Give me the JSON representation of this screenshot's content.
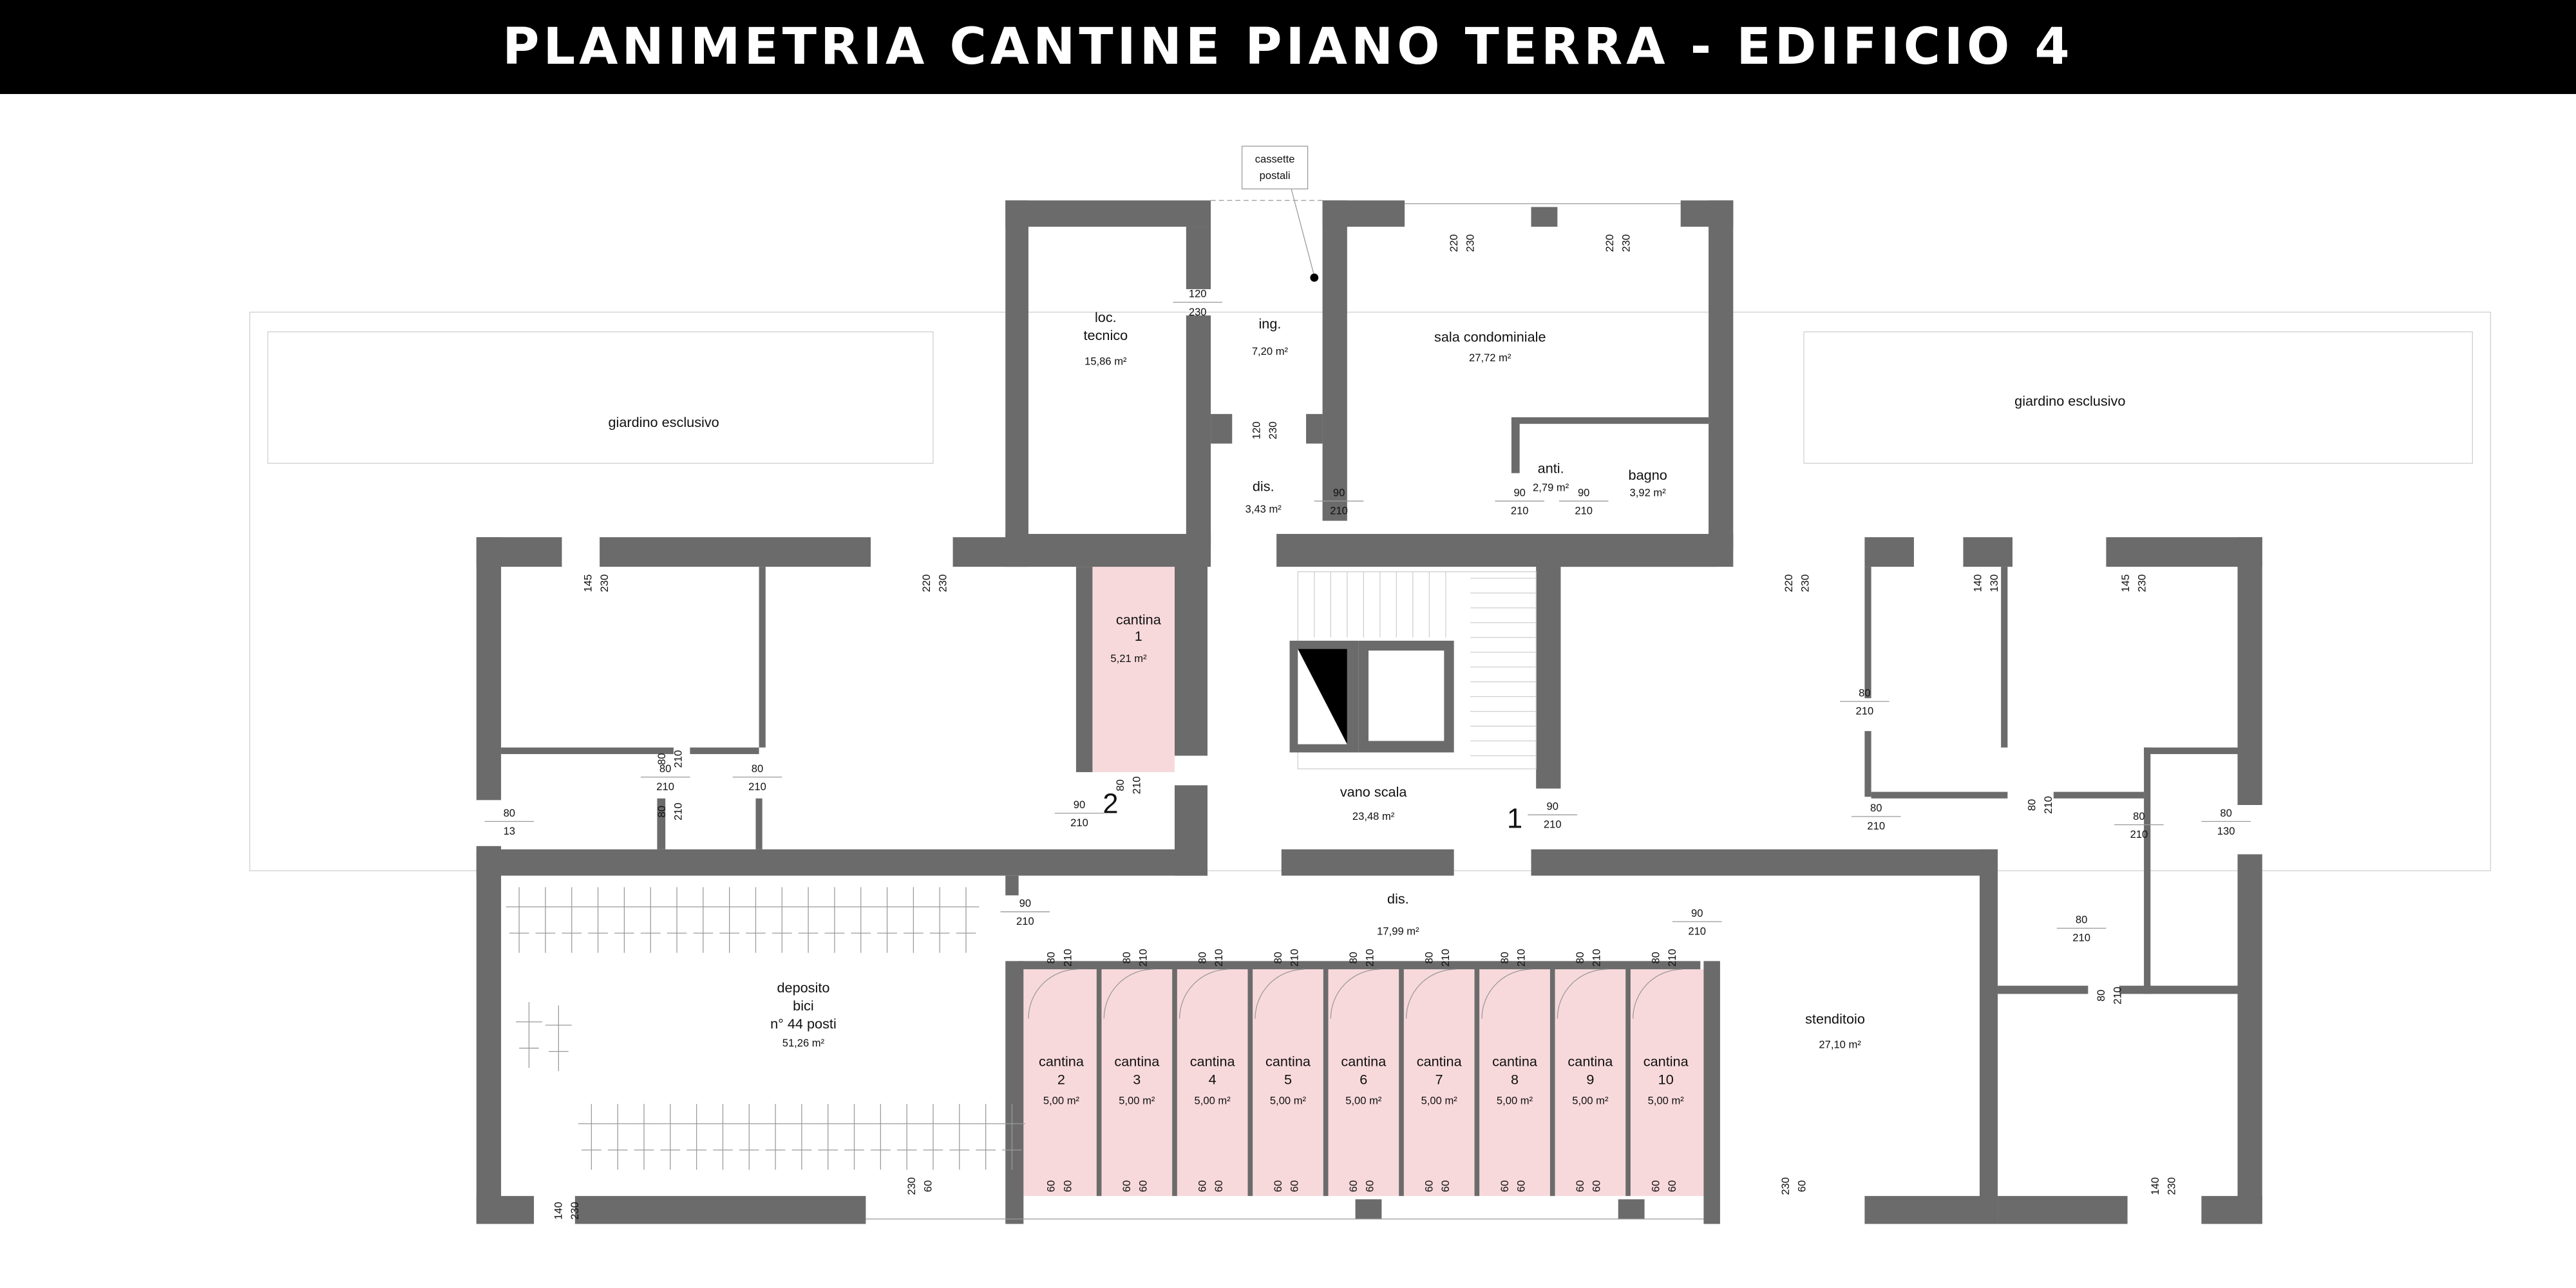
{
  "title": "PLANIMETRIA CANTINE PIANO TERRA - EDIFICIO 4",
  "colors": {
    "wall": "#6b6b6b",
    "cantina_fill": "#f8d9db",
    "title_bg": "#000000"
  },
  "labels": {
    "cassette": [
      "cassette",
      "postali"
    ],
    "giardino_left": "giardino esclusivo",
    "giardino_right": "giardino esclusivo",
    "entrance_1": "1",
    "entrance_2": "2"
  },
  "rooms": {
    "loc_tecnico": {
      "name": [
        "loc.",
        "tecnico"
      ],
      "area": "15,86 m²"
    },
    "ingresso": {
      "name": "ing.",
      "area": "7,20 m²"
    },
    "sala": {
      "name": "sala condominiale",
      "area": "27,72 m²"
    },
    "anti": {
      "name": "anti.",
      "area": "2,79 m²"
    },
    "bagno": {
      "name": "bagno",
      "area": "3,92 m²"
    },
    "dis_top": {
      "name": "dis.",
      "area": "3,43 m²"
    },
    "cantina1": {
      "name": [
        "cantina",
        "1"
      ],
      "area": "5,21 m²"
    },
    "vano_scala": {
      "name": "vano scala",
      "area": "23,48 m²"
    },
    "dis_main": {
      "name": "dis.",
      "area": "17,99 m²"
    },
    "deposito": {
      "name": [
        "deposito",
        "bici",
        "n° 44 posti"
      ],
      "area": "51,26 m²"
    },
    "stenditoio": {
      "name": "stenditoio",
      "area": "27,10 m²"
    }
  },
  "cantine": [
    {
      "name": "cantina",
      "num": "2",
      "area": "5,00 m²"
    },
    {
      "name": "cantina",
      "num": "3",
      "area": "5,00 m²"
    },
    {
      "name": "cantina",
      "num": "4",
      "area": "5,00 m²"
    },
    {
      "name": "cantina",
      "num": "5",
      "area": "5,00 m²"
    },
    {
      "name": "cantina",
      "num": "6",
      "area": "5,00 m²"
    },
    {
      "name": "cantina",
      "num": "7",
      "area": "5,00 m²"
    },
    {
      "name": "cantina",
      "num": "8",
      "area": "5,00 m²"
    },
    {
      "name": "cantina",
      "num": "9",
      "area": "5,00 m²"
    },
    {
      "name": "cantina",
      "num": "10",
      "area": "5,00 m²"
    }
  ],
  "dims_h": [
    [
      "120",
      "230"
    ],
    [
      "90",
      "210"
    ],
    [
      "90",
      "210"
    ],
    [
      "90",
      "210"
    ],
    [
      "80",
      "210"
    ],
    [
      "80",
      "210"
    ],
    [
      "90",
      "210"
    ],
    [
      "90",
      "210"
    ],
    [
      "80",
      "210"
    ],
    [
      "80",
      "210"
    ],
    [
      "80",
      "210"
    ],
    [
      "80",
      "130"
    ],
    [
      "80",
      "13"
    ],
    [
      "90",
      "210"
    ],
    [
      "90",
      "210"
    ],
    [
      "80",
      "210"
    ]
  ],
  "dims_v": [
    [
      "120",
      "230"
    ],
    [
      "220",
      "230"
    ],
    [
      "220",
      "230"
    ],
    [
      "145",
      "230"
    ],
    [
      "220",
      "230"
    ],
    [
      "80",
      "210"
    ],
    [
      "80",
      "210"
    ],
    [
      "80",
      "210"
    ],
    [
      "220",
      "230"
    ],
    [
      "140",
      "130"
    ],
    [
      "145",
      "230"
    ],
    [
      "80",
      "210"
    ],
    [
      "80",
      "210"
    ],
    [
      "230",
      "60"
    ],
    [
      "140",
      "230"
    ],
    [
      "230",
      "60"
    ],
    [
      "140",
      "230"
    ]
  ],
  "cantina_door_dims": [
    "80",
    "210"
  ],
  "cantina_window_dims": [
    "60",
    "60"
  ]
}
